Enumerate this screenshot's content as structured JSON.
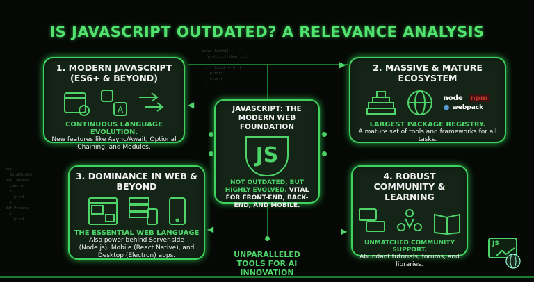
{
  "title": "IS JAVASCRIPT OUTDATED? A RELEVANCE ANALYSIS",
  "center": {
    "title": "JAVASCRIPT: THE MODERN WEB FOUNDATION",
    "logo": "JS",
    "text_green": "NOT OUTDATED, BUT HIGHLY EVOLVED.",
    "text_white": " VITAL FOR FRONT-END, BACK-END, AND MOBILE."
  },
  "boxes": [
    {
      "title": "1. MODERN JAVASCRIPT (ES6+ & BEYOND)",
      "subtitle": "CONTINUOUS LANGUAGE EVOLUTION.",
      "desc": "New features like Async/Await, Optional Chaining, and Modules."
    },
    {
      "title": "2. MASSIVE & MATURE ECOSYSTEM",
      "subtitle": "LARGEST PACKAGE REGISTRY.",
      "desc": "A mature set of tools and frameworks for all tasks.",
      "logos": {
        "node": "node",
        "npm": "npm",
        "webpack": "webpack"
      }
    },
    {
      "title": "3. DOMINANCE IN WEB & BEYOND",
      "subtitle": "THE ESSENTIAL WEB LANGUAGE",
      "desc": "Also power behind Server-side (Node.js), Mobile (React Native), and Desktop (Electron) apps."
    },
    {
      "title": "4. ROBUST COMMUNITY & LEARNING",
      "subtitle": "UNMATCHED COMMUNITY SUPPORT.",
      "desc": "Abundant tutorials, forums, and libraries."
    }
  ],
  "bottom": "UNPARALLELED TOOLS FOR AI INNOVATION",
  "badge": "JS",
  "colors": {
    "accent": "#4fd46a",
    "bg": "#050805",
    "box": "#142517",
    "npm": "#c0392b",
    "webpack": "#5a9bd5"
  }
}
